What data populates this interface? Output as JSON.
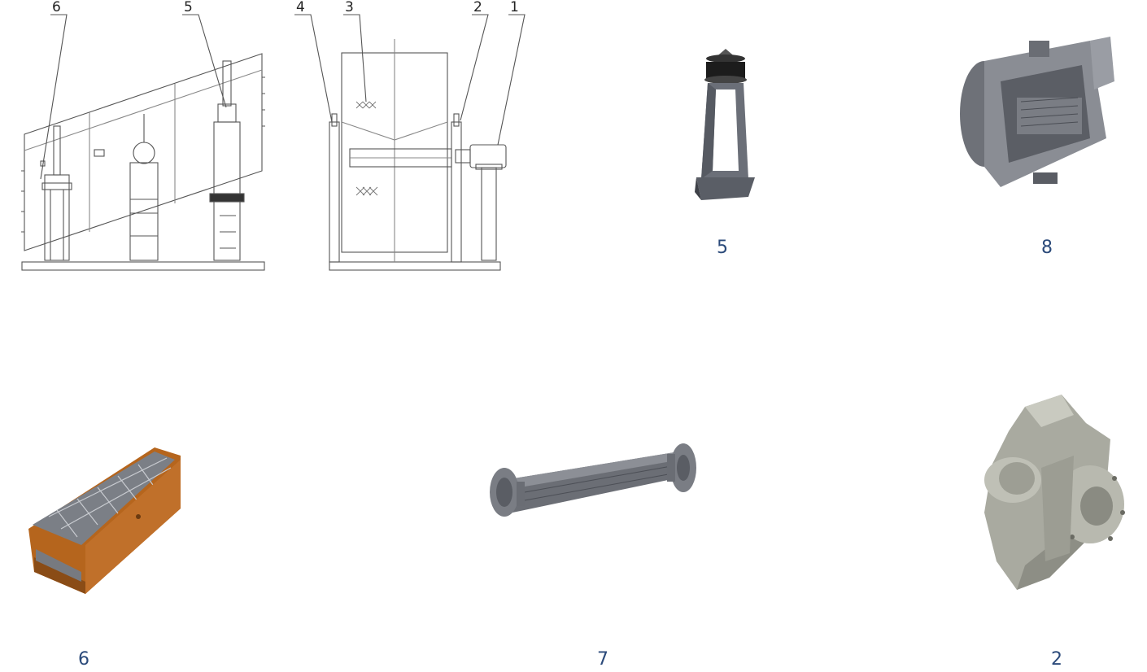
{
  "drawing_callouts": {
    "side_view": [
      "6",
      "5"
    ],
    "front_view": [
      "4",
      "3",
      "2",
      "1"
    ]
  },
  "component_labels": [
    "5",
    "8",
    "6",
    "7",
    "2"
  ]
}
